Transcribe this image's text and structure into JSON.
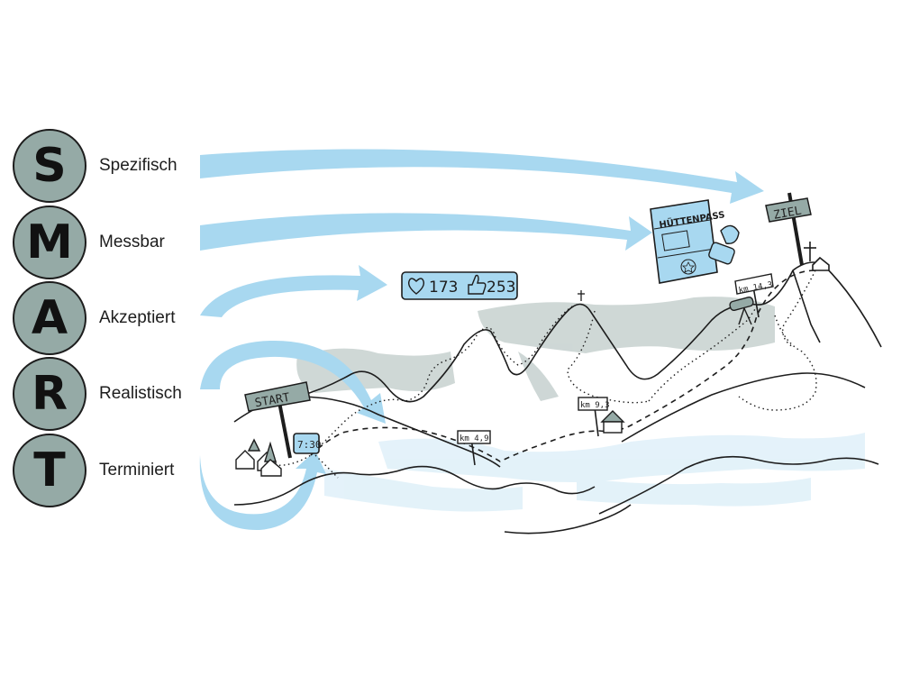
{
  "smart": [
    {
      "letter": "S",
      "term": "Spezifisch"
    },
    {
      "letter": "M",
      "term": "Messbar"
    },
    {
      "letter": "A",
      "term": "Akzeptiert"
    },
    {
      "letter": "R",
      "term": "Realistisch"
    },
    {
      "letter": "T",
      "term": "Terminiert"
    }
  ],
  "signs": {
    "start": "START",
    "ziel": "ZIEL",
    "km1": "km 4,9",
    "km2": "km 9,3",
    "km3": "km 14,3"
  },
  "clock": "7:30",
  "social": {
    "likes": "173",
    "thumbs": "253"
  },
  "passport": {
    "title": "HÜTTENPASS"
  },
  "colors": {
    "accent": "#a8d8f0",
    "circle": "#95aaa6",
    "mountain_shade": "#a7b8b5"
  }
}
